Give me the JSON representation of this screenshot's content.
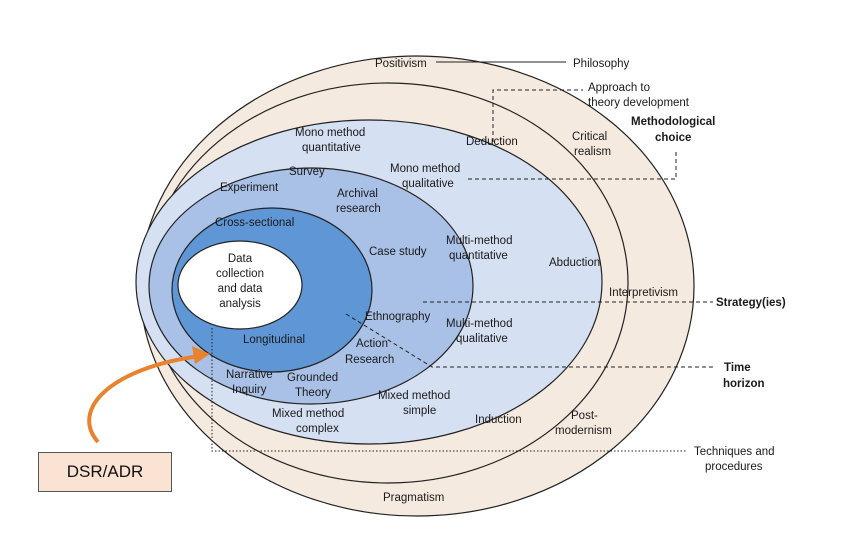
{
  "rings": {
    "philosophies": [
      "Positivism",
      "Critical realism",
      "Interpretivism",
      "Post-modernism",
      "Pragmatism"
    ],
    "approaches": [
      "Deduction",
      "Abduction",
      "Induction"
    ],
    "methodological_choices": [
      "Mono method quantitative",
      "Mono method qualitative",
      "Multi-method quantitative",
      "Multi-method qualitative",
      "Mixed method simple",
      "Mixed method complex"
    ],
    "strategies": [
      "Experiment",
      "Survey",
      "Archival research",
      "Case study",
      "Ethnography",
      "Action Research",
      "Grounded Theory",
      "Narrative Inquiry"
    ],
    "time_horizons": [
      "Cross-sectional",
      "Longitudinal"
    ],
    "core": "Data collection and data analysis"
  },
  "layer_labels": {
    "philosophy": "Philosophy",
    "approach": "Approach to theory development",
    "methodological_choice": "Methodological choice",
    "strategies": "Strategy(ies)",
    "time_horizon": "Time horizon",
    "techniques": "Techniques and procedures"
  },
  "annotation": {
    "box_label": "DSR/ADR",
    "arrow_color": "#e8822f"
  },
  "colors": {
    "outer_ring": "#f5eadf",
    "approach_ring": "#f5eadf",
    "choice_ring": "#d6e0f3",
    "strategy_ring": "#a9c1e6",
    "time_ring": "#5f97d6",
    "core": "#ffffff"
  }
}
